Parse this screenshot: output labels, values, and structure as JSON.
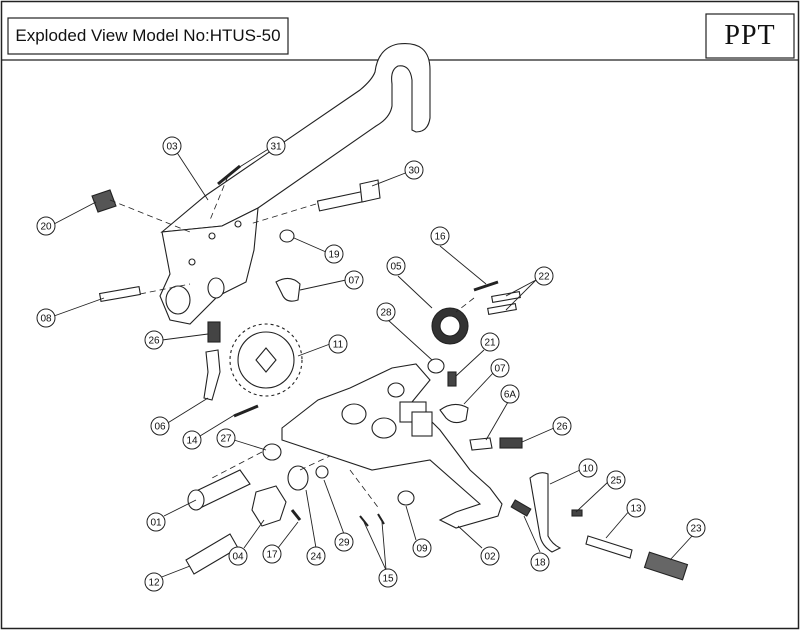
{
  "header": {
    "title": "Exploded View Model No:HTUS-50",
    "brand": "PPT"
  },
  "callouts": [
    {
      "id": "c03",
      "label": "03"
    },
    {
      "id": "c31",
      "label": "31"
    },
    {
      "id": "c30",
      "label": "30"
    },
    {
      "id": "c20",
      "label": "20"
    },
    {
      "id": "c19",
      "label": "19"
    },
    {
      "id": "c07a",
      "label": "07"
    },
    {
      "id": "c08",
      "label": "08"
    },
    {
      "id": "c16",
      "label": "16"
    },
    {
      "id": "c05",
      "label": "05"
    },
    {
      "id": "c22",
      "label": "22"
    },
    {
      "id": "c28",
      "label": "28"
    },
    {
      "id": "c21",
      "label": "21"
    },
    {
      "id": "c26a",
      "label": "26"
    },
    {
      "id": "c11",
      "label": "11"
    },
    {
      "id": "c07b",
      "label": "07"
    },
    {
      "id": "c6A",
      "label": "6A"
    },
    {
      "id": "c26b",
      "label": "26"
    },
    {
      "id": "c06",
      "label": "06"
    },
    {
      "id": "c14",
      "label": "14"
    },
    {
      "id": "c27",
      "label": "27"
    },
    {
      "id": "c10",
      "label": "10"
    },
    {
      "id": "c25",
      "label": "25"
    },
    {
      "id": "c13",
      "label": "13"
    },
    {
      "id": "c01",
      "label": "01"
    },
    {
      "id": "c04",
      "label": "04"
    },
    {
      "id": "c17",
      "label": "17"
    },
    {
      "id": "c24",
      "label": "24"
    },
    {
      "id": "c29",
      "label": "29"
    },
    {
      "id": "c09",
      "label": "09"
    },
    {
      "id": "c15",
      "label": "15"
    },
    {
      "id": "c02",
      "label": "02"
    },
    {
      "id": "c18",
      "label": "18"
    },
    {
      "id": "c23",
      "label": "23"
    },
    {
      "id": "c12",
      "label": "12"
    }
  ]
}
